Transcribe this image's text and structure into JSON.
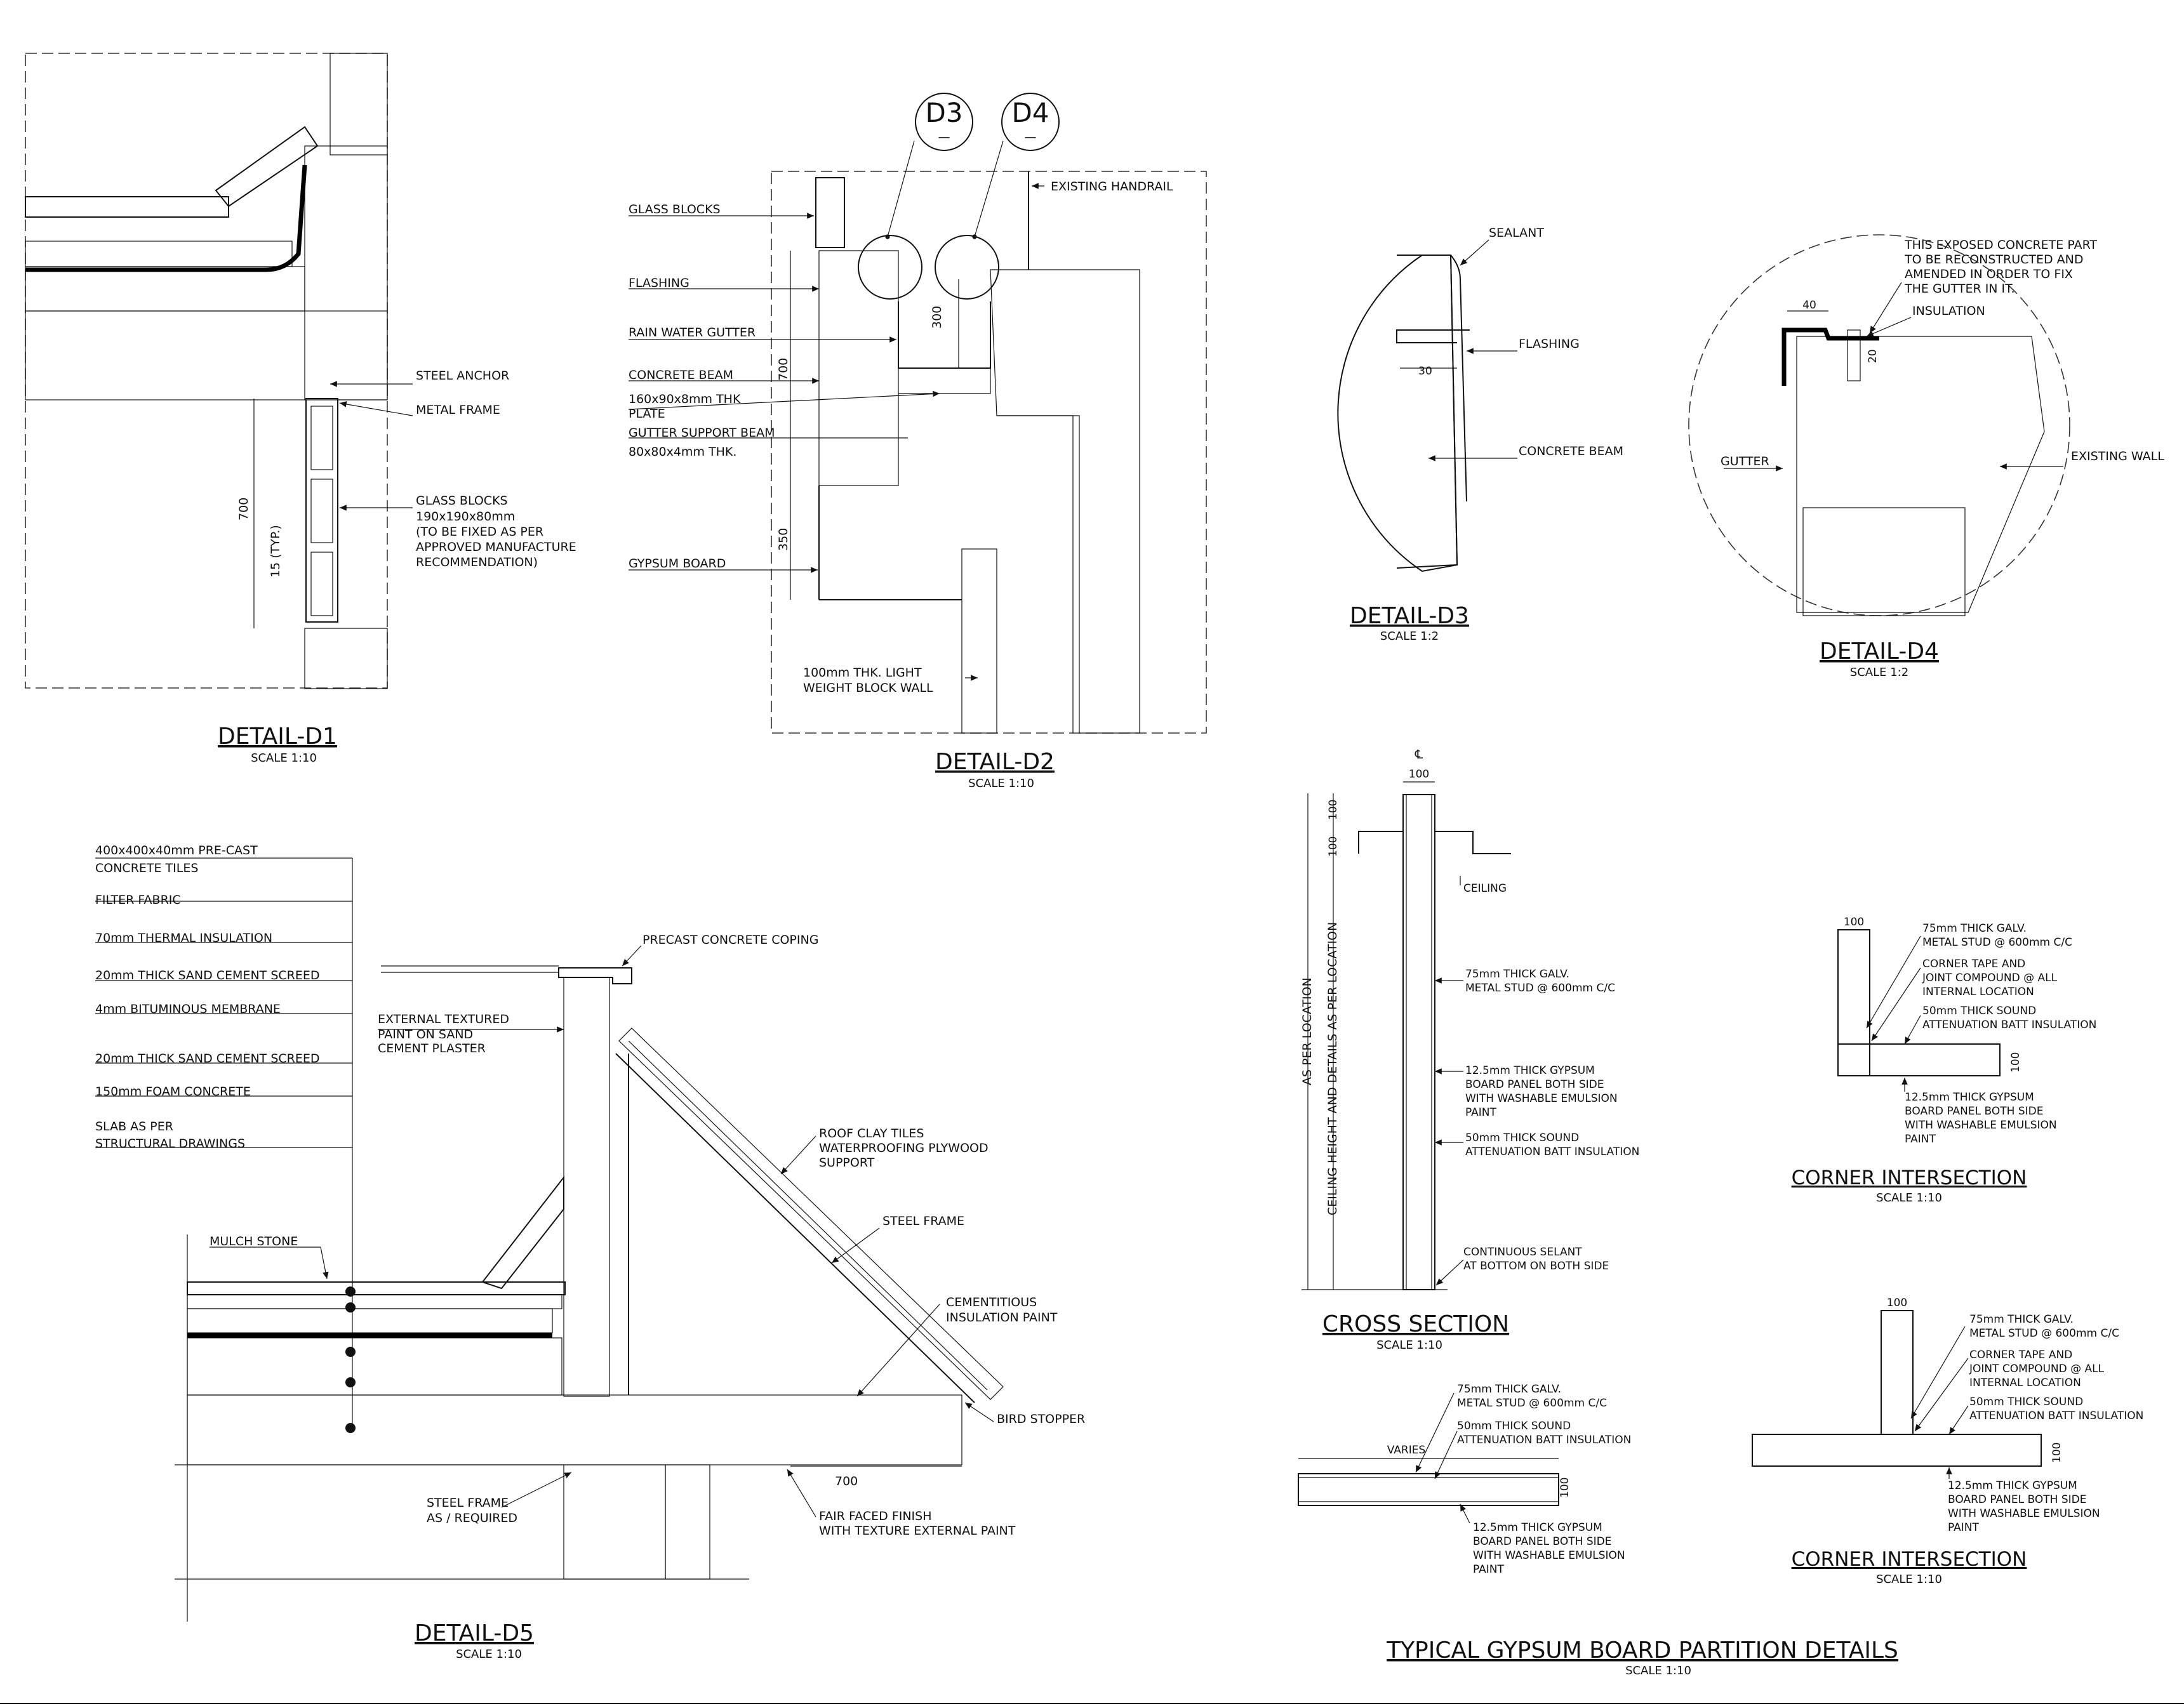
{
  "details": {
    "d1": {
      "title": "DETAIL-D1",
      "scale": "SCALE 1:10",
      "notes": {
        "steel_anchor": "STEEL ANCHOR",
        "metal_frame": "METAL FRAME",
        "glass_blocks_1": "GLASS BLOCKS",
        "glass_blocks_2": "190x190x80mm",
        "glass_blocks_3": "(TO BE FIXED AS PER",
        "glass_blocks_4": "APPROVED MANUFACTURE",
        "glass_blocks_5": "RECOMMENDATION)"
      },
      "dims": {
        "height": "700",
        "typ": "15 (TYP.)"
      }
    },
    "d2": {
      "title": "DETAIL-D2",
      "scale": "SCALE 1:10",
      "bubble_d3": "D3",
      "bubble_d4": "D4",
      "bubble_sub": "—",
      "notes": {
        "glass_blocks": "GLASS BLOCKS",
        "existing_handrail": "EXISTING HANDRAIL",
        "flashing": "FLASHING",
        "rain_water_gutter": "RAIN WATER GUTTER",
        "concrete_beam": "CONCRETE BEAM",
        "plate_1": "160x90x8mm  THK",
        "plate_2": "PLATE",
        "gutter_support_1": "GUTTER SUPPORT BEAM",
        "gutter_support_2": "80x80x4mm  THK.",
        "gypsum_board": "GYPSUM  BOARD",
        "block_wall_1": "100mm  THK. LIGHT",
        "block_wall_2": "WEIGHT BLOCK WALL"
      },
      "dims": {
        "d700": "700",
        "d300": "300",
        "d350": "350"
      }
    },
    "d3": {
      "title": "DETAIL-D3",
      "scale": "SCALE 1:2",
      "notes": {
        "sealant": "SEALANT",
        "flashing": "FLASHING",
        "concrete_beam": "CONCRETE BEAM"
      },
      "dims": {
        "d30": "30"
      }
    },
    "d4": {
      "title": "DETAIL-D4",
      "scale": "SCALE 1:2",
      "notes": {
        "exposed_1": "THIS EXPOSED CONCRETE PART",
        "exposed_2": "TO BE RECONSTRUCTED AND",
        "exposed_3": "AMENDED IN ORDER TO FIX",
        "exposed_4": "THE GUTTER IN IT.",
        "insulation": "INSULATION",
        "gutter": "GUTTER",
        "existing_wall": "EXISTING WALL"
      },
      "dims": {
        "d40": "40",
        "d20": "20"
      }
    },
    "d5": {
      "title": "DETAIL-D5",
      "scale": "SCALE 1:10",
      "layers": [
        "400x400x40mm  PRE-CAST",
        "CONCRETE  TILES",
        "FILTER  FABRIC",
        "70mm  THERMAL  INSULATION",
        "20mm  THICK  SAND  CEMENT  SCREED",
        "4mm  BITUMINOUS   MEMBRANE",
        "20mm  THICK  SAND  CEMENT  SCREED",
        "150mm  FOAM  CONCRETE",
        "SLAB  AS  PER",
        "STRUCTURAL  DRAWINGS"
      ],
      "notes": {
        "mulch_stone": "MULCH  STONE",
        "precast_coping": "PRECAST  CONCRETE  COPING",
        "ext_paint_1": "EXTERNAL  TEXTURED",
        "ext_paint_2": "PAINT  ON  SAND",
        "ext_paint_3": "CEMENT  PLASTER",
        "roof_1": "ROOF  CLAY  TILES",
        "roof_2": "WATERPROOFING  PLYWOOD",
        "roof_3": "SUPPORT",
        "steel_frame": "STEEL  FRAME",
        "cement_1": "CEMENTITIOUS",
        "cement_2": "INSULATION  PAINT",
        "bird_stopper": "BIRD  STOPPER",
        "steel_frame_req_1": "STEEL  FRAME",
        "steel_frame_req_2": "AS  /  REQUIRED",
        "fair_faced_1": "FAIR  FACED  FINISH",
        "fair_faced_2": "WITH  TEXTURE  EXTERNAL  PAINT"
      },
      "dims": {
        "d700": "700"
      }
    },
    "cross_section": {
      "title": "CROSS SECTION",
      "scale": "SCALE 1:10",
      "notes": {
        "cl": "℄",
        "d100_top": "100",
        "ceiling": "CEILING",
        "stud_1": "75mm  THICK  GALV.",
        "stud_2": "METAL  STUD  @  600mm  C/C",
        "gyp_1": "12.5mm  THICK  GYPSUM",
        "gyp_2": "BOARD  PANEL  BOTH  SIDE",
        "gyp_3": "WITH  WASHABLE  EMULSION",
        "gyp_4": "PAINT",
        "batt_1": "50mm  THICK  SOUND",
        "batt_2": "ATTENUATION  BATT  INSULATION",
        "selant_1": "CONTINUOUS  SELANT",
        "selant_2": "AT  BOTTOM  ON  BOTH  SIDE",
        "as_per_location": "AS  PER  LOCATION",
        "ceiling_height": "CEILING  HEIGHT  AND  DETAILS  AS  PER  LOCATION",
        "d100a": "100",
        "d100b": "100"
      }
    },
    "plan_section": {
      "notes": {
        "stud_1": "75mm  THICK  GALV.",
        "stud_2": "METAL  STUD  @  600mm  C/C",
        "batt_1": "50mm  THICK  SOUND",
        "batt_2": "ATTENUATION  BATT  INSULATION",
        "varies": "VARIES",
        "d100": "100",
        "gyp_1": "12.5mm  THICK  GYPSUM",
        "gyp_2": "BOARD  PANEL  BOTH  SIDE",
        "gyp_3": "WITH  WASHABLE  EMULSION",
        "gyp_4": "PAINT"
      }
    },
    "corner1": {
      "title": "CORNER INTERSECTION",
      "scale": "SCALE 1:10",
      "notes": {
        "d100": "100",
        "d100v": "100",
        "stud_1": "75mm  THICK  GALV.",
        "stud_2": "METAL  STUD  @  600mm  C/C",
        "tape_1": "CORNER  TAPE  AND",
        "tape_2": "JOINT  COMPOUND  @  ALL",
        "tape_3": "INTERNAL  LOCATION",
        "batt_1": "50mm  THICK  SOUND",
        "batt_2": "ATTENUATION  BATT  INSULATION",
        "gyp_1": "12.5mm  THICK  GYPSUM",
        "gyp_2": "BOARD  PANEL  BOTH  SIDE",
        "gyp_3": "WITH  WASHABLE  EMULSION",
        "gyp_4": "PAINT"
      }
    },
    "corner2": {
      "title": "CORNER INTERSECTION",
      "scale": "SCALE 1:10",
      "notes": {
        "d100": "100",
        "d100v": "100",
        "stud_1": "75mm  THICK  GALV.",
        "stud_2": "METAL  STUD  @  600mm  C/C",
        "tape_1": "CORNER  TAPE  AND",
        "tape_2": "JOINT  COMPOUND  @  ALL",
        "tape_3": "INTERNAL  LOCATION",
        "batt_1": "50mm  THICK  SOUND",
        "batt_2": "ATTENUATION  BATT  INSULATION",
        "gyp_1": "12.5mm  THICK  GYPSUM",
        "gyp_2": "BOARD  PANEL  BOTH  SIDE",
        "gyp_3": "WITH  WASHABLE  EMULSION",
        "gyp_4": "PAINT"
      }
    },
    "partition": {
      "title": "TYPICAL GYPSUM BOARD PARTITION DETAILS",
      "scale": "SCALE 1:10"
    }
  }
}
